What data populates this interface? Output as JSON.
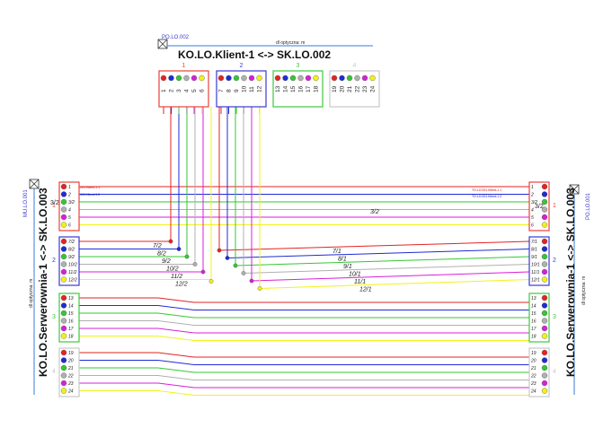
{
  "top_cable": {
    "code": "PO.LO.002",
    "fiber_label": "dl optyczna:  m",
    "title": "KO.LO.Klient-1 <-> SK.LO.002"
  },
  "left_cable": {
    "code": "MU.LO.001",
    "fiber_label": "dl optyczna:  m",
    "title": "KO.LO.Serwerownia-1 <-> SK.LO.003"
  },
  "right_cable": {
    "code": "PO.LO.001",
    "fiber_label": "dl optyczna:  m",
    "title": "KO.LO.Serwerownia-1 <-> SK.LO.003"
  },
  "tube_colors": [
    "#e8413b",
    "#3a3ad0",
    "#3ec93e",
    "#c8c8c8"
  ],
  "fiber_colors": [
    "#e52222",
    "#1f2bd6",
    "#34c734",
    "#b0b0b0",
    "#d81fd8",
    "#f2f21a"
  ],
  "top_groups": [
    {
      "label": "1",
      "fibers": [
        "1",
        "2",
        "3",
        "4",
        "5",
        "6"
      ]
    },
    {
      "label": "2",
      "fibers": [
        "7",
        "8",
        "9",
        "10",
        "11",
        "12"
      ]
    },
    {
      "label": "3",
      "fibers": [
        "13",
        "14",
        "15",
        "16",
        "17",
        "18"
      ]
    },
    {
      "label": "4",
      "fibers": [
        "19",
        "20",
        "21",
        "22",
        "23",
        "24"
      ]
    }
  ],
  "left_groups": [
    {
      "label": "1",
      "fibers": [
        "1",
        "2",
        "3/2",
        "4",
        "5",
        "6"
      ]
    },
    {
      "label": "2",
      "fibers": [
        "7/2",
        "8/2",
        "9/2",
        "10/2",
        "11/2",
        "12/2"
      ]
    },
    {
      "label": "3",
      "fibers": [
        "13",
        "14",
        "15",
        "16",
        "17",
        "18"
      ]
    },
    {
      "label": "4",
      "fibers": [
        "19",
        "20",
        "21",
        "22",
        "23",
        "24"
      ]
    }
  ],
  "right_groups": [
    {
      "label": "1",
      "fibers": [
        "1",
        "2",
        "3/2",
        "4",
        "5",
        "6"
      ]
    },
    {
      "label": "2",
      "fibers": [
        "7/1",
        "8/1",
        "9/1",
        "10/1",
        "11/1",
        "12/1"
      ]
    },
    {
      "label": "3",
      "fibers": [
        "13",
        "14",
        "15",
        "16",
        "17",
        "18"
      ]
    },
    {
      "label": "4",
      "fibers": [
        "19",
        "20",
        "21",
        "22",
        "23",
        "24"
      ]
    }
  ],
  "tube1_side_labels": [
    "3/2"
  ],
  "tube2_side_labels": [
    "7/2",
    "7/1"
  ],
  "fiber_notes": [
    "TO.LO.001.Klient-1.1",
    "TO.LO.001.Klient-1.2"
  ],
  "splice_labels_left": [
    "7/2",
    "8/2",
    "9/2",
    "10/2",
    "11/2",
    "12/2"
  ],
  "splice_labels_right": [
    "7/1",
    "8/1",
    "9/1",
    "10/1",
    "11/1",
    "12/1"
  ],
  "mid_labels": [
    "3/2"
  ]
}
